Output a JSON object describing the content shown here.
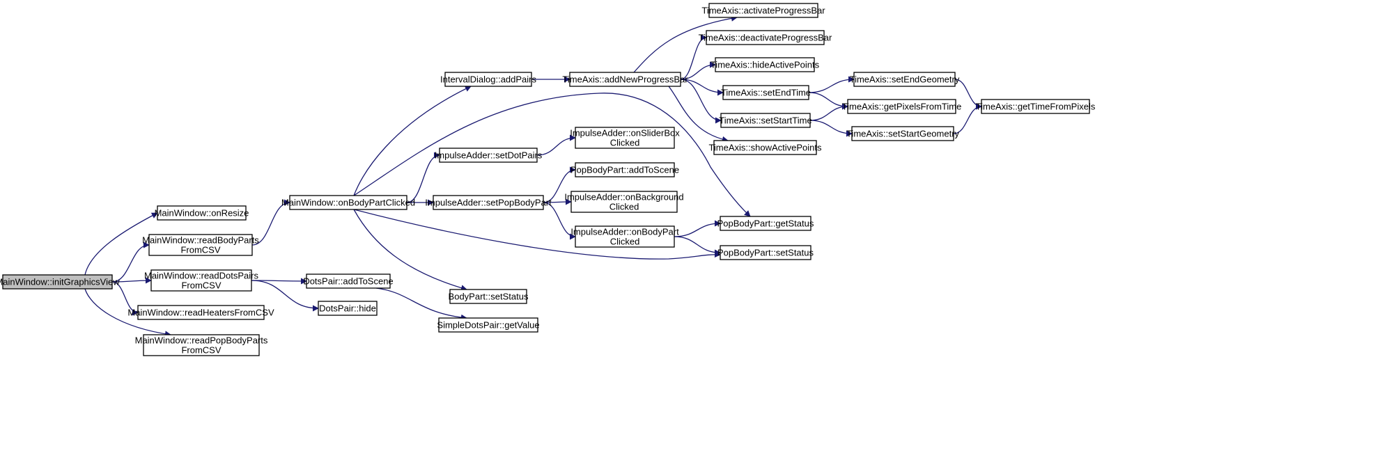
{
  "colors": {
    "edge": "#191970",
    "root_fill": "#bfbfbf",
    "node_fill": "#ffffff",
    "node_border": "#000000"
  },
  "nodes": {
    "init": [
      "MainWindow::initGraphicsView"
    ],
    "onResize": [
      "MainWindow::onResize"
    ],
    "readBodyParts": [
      "MainWindow::readBodyParts",
      "FromCSV"
    ],
    "readDotsPairs": [
      "MainWindow::readDotsPairs",
      "FromCSV"
    ],
    "readHeaters": [
      "MainWindow::readHeatersFromCSV"
    ],
    "readPopBodyParts": [
      "MainWindow::readPopBodyParts",
      "FromCSV"
    ],
    "onBodyPartClicked": [
      "MainWindow::onBodyPartClicked"
    ],
    "dotsAddToScene": [
      "DotsPair::addToScene"
    ],
    "dotsHide": [
      "DotsPair::hide"
    ],
    "simpleGetValue": [
      "SimpleDotsPair::getValue"
    ],
    "bodySetStatus": [
      "BodyPart::setStatus"
    ],
    "addPairs": [
      "IntervalDialog::addPairs"
    ],
    "setDotPairs": [
      "ImpulseAdder::setDotPairs"
    ],
    "setPopBodyPart": [
      "ImpulseAdder::setPopBodyPart"
    ],
    "onSliderBox": [
      "ImpulseAdder::onSliderBox",
      "Clicked"
    ],
    "popAddToScene": [
      "PopBodyPart::addToScene"
    ],
    "onBackground": [
      "ImpulseAdder::onBackground",
      "Clicked"
    ],
    "onBodyPart": [
      "ImpulseAdder::onBodyPart",
      "Clicked"
    ],
    "addNewProgressBar": [
      "TimeAxis::addNewProgressBar"
    ],
    "activate": [
      "TimeAxis::activateProgressBar"
    ],
    "deactivate": [
      "TimeAxis::deactivateProgressBar"
    ],
    "hideActive": [
      "TimeAxis::hideActivePoints"
    ],
    "setEndTime": [
      "TimeAxis::setEndTime"
    ],
    "setStartTime": [
      "TimeAxis::setStartTime"
    ],
    "showActive": [
      "TimeAxis::showActivePoints"
    ],
    "setEndGeometry": [
      "TimeAxis::setEndGeometry"
    ],
    "getPixels": [
      "TimeAxis::getPixelsFromTime"
    ],
    "setStartGeometry": [
      "TimeAxis::setStartGeometry"
    ],
    "getTime": [
      "TimeAxis::getTimeFromPixels"
    ],
    "popGetStatus": [
      "PopBodyPart::getStatus"
    ],
    "popSetStatus": [
      "PopBodyPart::setStatus"
    ]
  },
  "edges": [
    [
      "init",
      "onResize"
    ],
    [
      "init",
      "readBodyParts"
    ],
    [
      "init",
      "readDotsPairs"
    ],
    [
      "init",
      "readHeaters"
    ],
    [
      "init",
      "readPopBodyParts"
    ],
    [
      "readBodyParts",
      "onBodyPartClicked"
    ],
    [
      "readDotsPairs",
      "dotsAddToScene"
    ],
    [
      "readDotsPairs",
      "dotsHide"
    ],
    [
      "dotsAddToScene",
      "simpleGetValue"
    ],
    [
      "onBodyPartClicked",
      "addPairs"
    ],
    [
      "onBodyPartClicked",
      "setDotPairs"
    ],
    [
      "onBodyPartClicked",
      "setPopBodyPart"
    ],
    [
      "onBodyPartClicked",
      "bodySetStatus"
    ],
    [
      "onBodyPartClicked",
      "popGetStatus"
    ],
    [
      "onBodyPartClicked",
      "popSetStatus"
    ],
    [
      "addPairs",
      "addNewProgressBar"
    ],
    [
      "setDotPairs",
      "onSliderBox"
    ],
    [
      "setPopBodyPart",
      "popAddToScene"
    ],
    [
      "setPopBodyPart",
      "onBackground"
    ],
    [
      "setPopBodyPart",
      "onBodyPart"
    ],
    [
      "onBodyPart",
      "popGetStatus"
    ],
    [
      "onBodyPart",
      "popSetStatus"
    ],
    [
      "addNewProgressBar",
      "activate"
    ],
    [
      "addNewProgressBar",
      "deactivate"
    ],
    [
      "addNewProgressBar",
      "hideActive"
    ],
    [
      "addNewProgressBar",
      "setEndTime"
    ],
    [
      "addNewProgressBar",
      "setStartTime"
    ],
    [
      "addNewProgressBar",
      "showActive"
    ],
    [
      "setEndTime",
      "setEndGeometry"
    ],
    [
      "setEndTime",
      "getPixels"
    ],
    [
      "setStartTime",
      "getPixels"
    ],
    [
      "setStartTime",
      "setStartGeometry"
    ],
    [
      "setEndGeometry",
      "getTime"
    ],
    [
      "setStartGeometry",
      "getTime"
    ]
  ]
}
